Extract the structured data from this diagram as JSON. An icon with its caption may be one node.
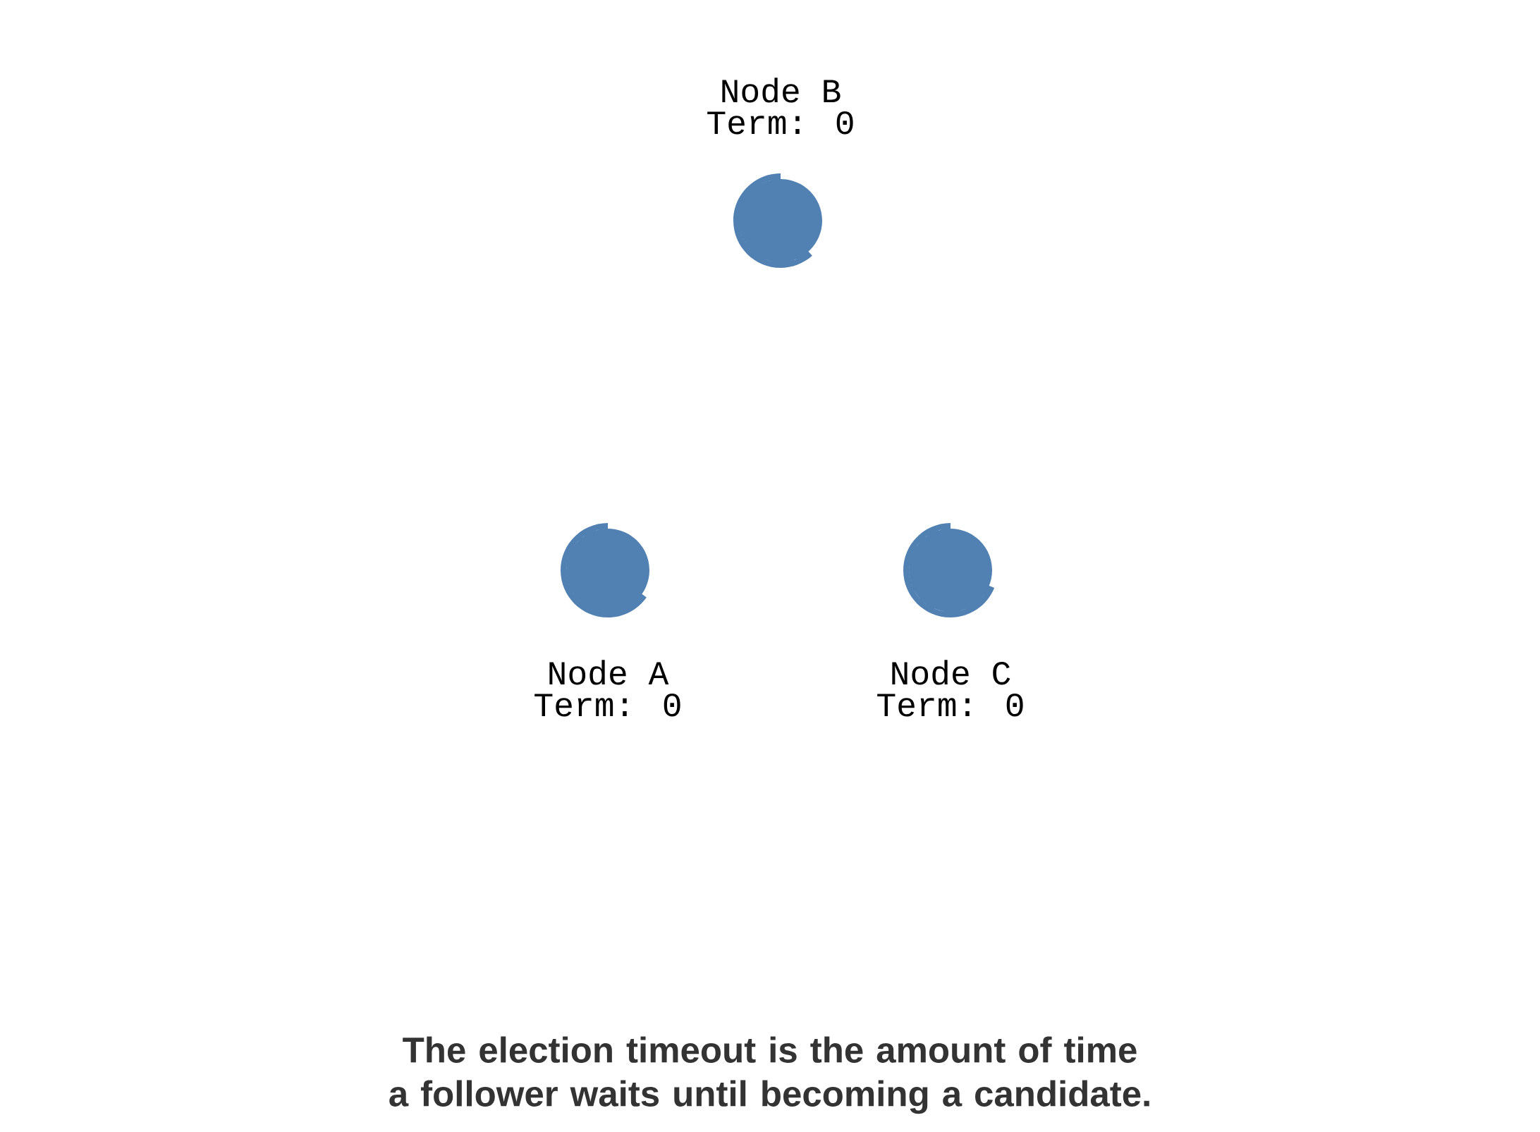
{
  "diagram": {
    "caption": "The election timeout is the amount of time a follower waits until becoming a candidate.",
    "nodes": [
      {
        "text": [
          "Node B",
          "Term: 0"
        ]
      },
      {
        "text": [
          "Node A",
          "Term: 0"
        ]
      },
      {
        "text": [
          "Node C",
          "Term: 0"
        ]
      }
    ]
  }
}
